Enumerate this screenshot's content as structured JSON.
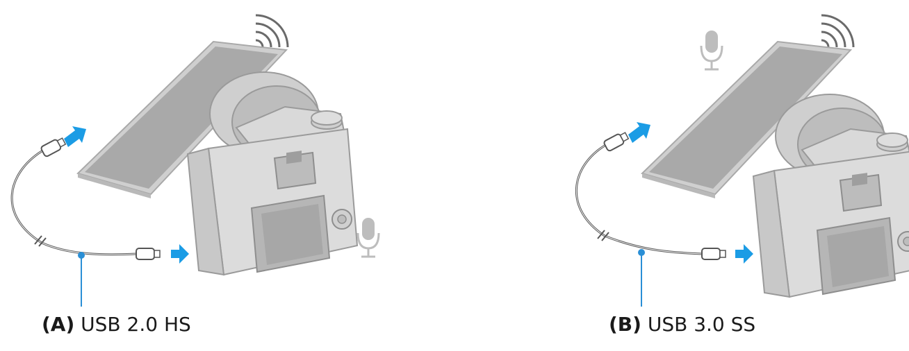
{
  "panel_a": {
    "id": "(A)",
    "label": " USB 2.0 HS"
  },
  "panel_b": {
    "id": "(B)",
    "label": " USB 3.0 SS"
  },
  "colors": {
    "arrow": "#1b9ce5",
    "callout": "#2a8fd6",
    "device_fill": "#d6d6d6",
    "device_dark": "#bcbcbc",
    "screen": "#a9a9a9",
    "stroke": "#8f8f8f",
    "cable": "#555555"
  },
  "icons": [
    "smartphone-icon",
    "camera-icon",
    "usb-cable-icon",
    "microphone-icon",
    "wireless-signal-icon",
    "arrow-icon"
  ]
}
